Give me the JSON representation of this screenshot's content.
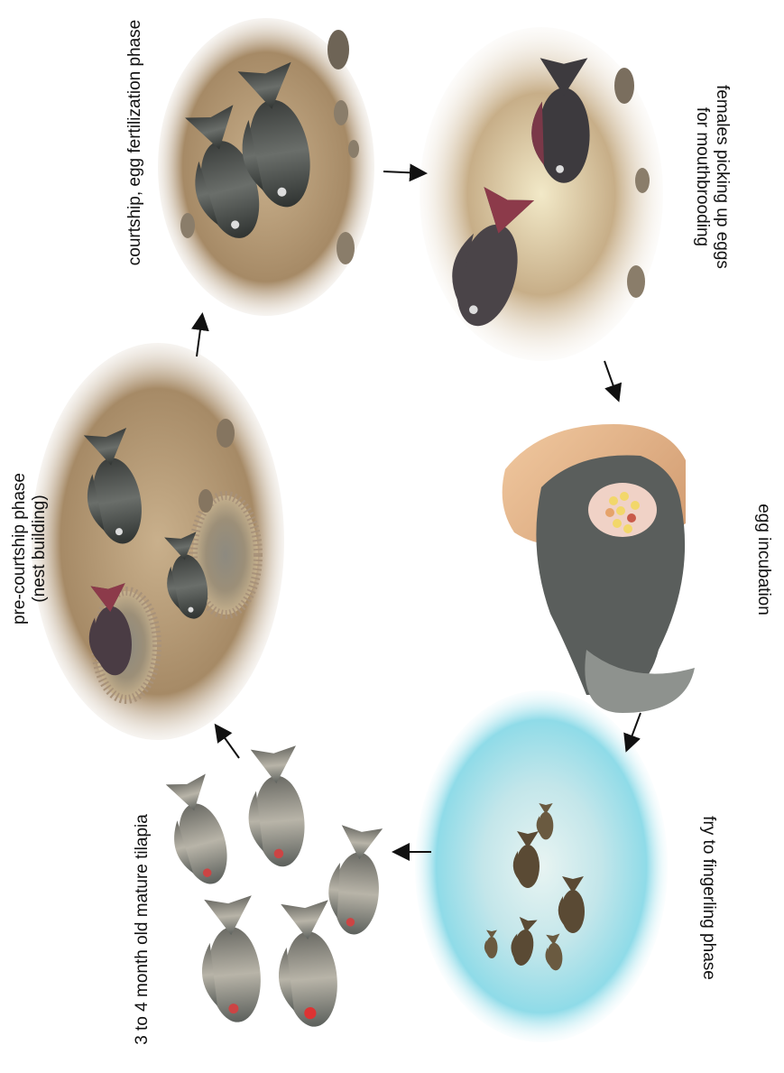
{
  "stages": {
    "pre_courtship": {
      "line1": "pre-courtship phase",
      "line2": "(nest building)"
    },
    "courtship": {
      "label": "courtship, egg fertilization phase"
    },
    "females_picking": {
      "line1": "females picking up eggs",
      "line2": "for mouthbrooding"
    },
    "egg_incubation": {
      "label": "egg incubation"
    },
    "fry_fingerling": {
      "label": "fry to fingerling phase"
    },
    "mature": {
      "label": "3 to 4 month old mature tilapia"
    }
  },
  "colors": {
    "sand": "#b59a78",
    "sand_dark": "#7a6246",
    "fish_dark": "#3f4342",
    "fish_mid": "#6c706c",
    "fish_red": "#8c3a4a",
    "water": "#8fdbe8",
    "skin": "#e3b68c",
    "arrow": "#111111"
  },
  "icons": [
    "tilapia-fish-icon",
    "nest-pit-icon",
    "pebble-icon",
    "hand-icon",
    "egg-cluster-icon",
    "fry-fish-icon",
    "arrow-icon"
  ]
}
